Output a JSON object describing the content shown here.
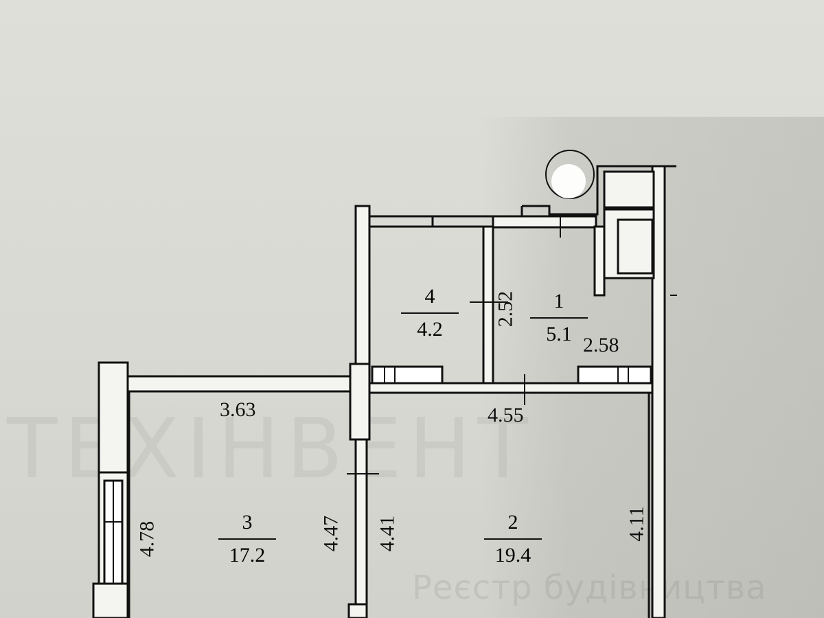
{
  "watermark": {
    "main": "ТЕХІНВЕНТ",
    "secondary": "Реєстр будівництва"
  },
  "rooms": [
    {
      "number": "4",
      "area": "4.2"
    },
    {
      "number": "1",
      "area": "5.1"
    },
    {
      "number": "3",
      "area": "17.2"
    },
    {
      "number": "2",
      "area": "19.4"
    }
  ],
  "dimensions": {
    "room4_height": "2.52",
    "room1_width": "2.58",
    "room3_width": "3.63",
    "room2_width": "4.55",
    "room3_left": "4.78",
    "room3_right": "4.47",
    "room2_left": "4.41",
    "room2_right": "4.11"
  },
  "colors": {
    "wall": "#f4f4f0",
    "line": "#111111"
  }
}
